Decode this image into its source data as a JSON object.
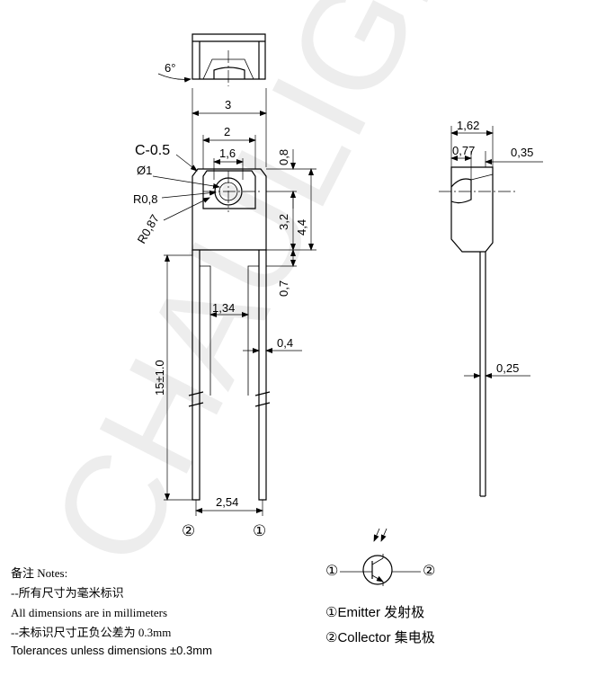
{
  "watermark": "CHAULIGHT",
  "top_view": {
    "angle": "6°"
  },
  "front_view": {
    "dims": {
      "width_total": "3",
      "width_mid": "2",
      "lens_dia": "1,6",
      "chamfer": "C-0.5",
      "hole": "Ø1",
      "r1": "R0,8",
      "r2": "R0,87",
      "top_offset": "0,8",
      "lens_height": "3,2",
      "body_height": "4,4",
      "lead_offset": "0,7",
      "lead_gap": "1,34",
      "lead_width": "0,4",
      "lead_length": "15±1.0",
      "pitch": "2,54"
    },
    "pins": {
      "left": "②",
      "right": "①"
    }
  },
  "side_view": {
    "dims": {
      "depth": "1,62",
      "front": "0,77",
      "back": "0,35",
      "lead_thickness": "0,25"
    }
  },
  "notes": {
    "title": "备注 Notes:",
    "line1_cn": "--所有尺寸为毫米标识",
    "line1_en": "All dimensions are in millimeters",
    "line2_cn": "--未标识尺寸正负公差为 0.3mm",
    "line2_en": "Tolerances unless dimensions ±0.3mm"
  },
  "symbol": {
    "pin1": "①",
    "pin2": "②"
  },
  "legend": {
    "emitter": "①Emitter  发射极",
    "collector": "②Collector  集电极"
  }
}
